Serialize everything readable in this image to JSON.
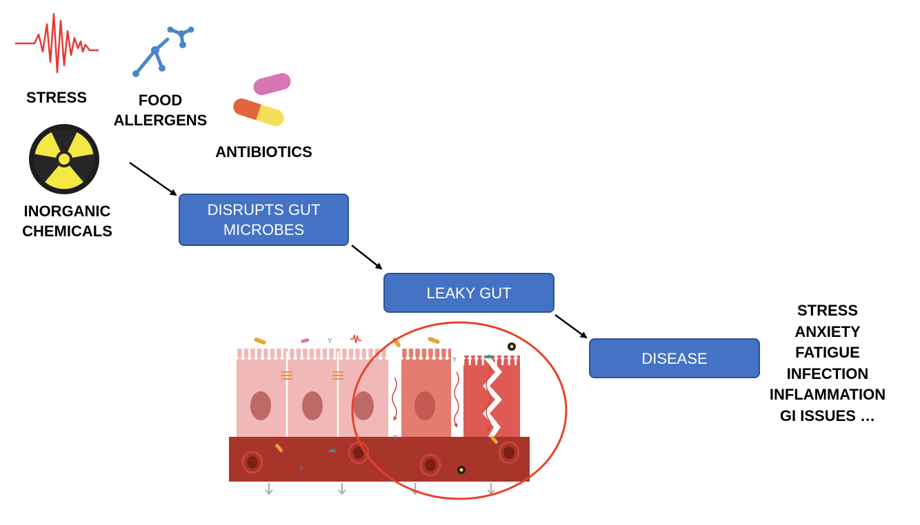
{
  "triggers": {
    "stress": "STRESS",
    "food_line1": "FOOD",
    "food_line2": "ALLERGENS",
    "antibiotics": "ANTIBIOTICS",
    "chem_line1": "INORGANIC",
    "chem_line2": "CHEMICALS"
  },
  "flow": {
    "box1_line1": "DISRUPTS GUT",
    "box1_line2": "MICROBES",
    "box2": "LEAKY GUT",
    "box3": "DISEASE"
  },
  "outcomes": [
    "STRESS",
    "ANXIETY",
    "FATIGUE",
    "INFECTION",
    "INFLAMMATION",
    "GI ISSUES …"
  ],
  "colors": {
    "box_fill": "#4472c4",
    "box_border": "#2f528f",
    "highlight_circle": "#e8402a",
    "stress_wave": "#e53935",
    "molecule": "#4a86c8",
    "radiation_yellow": "#f4e842",
    "blood_vessel": "#a8342a"
  },
  "icons": [
    "stress-wave-icon",
    "molecule-icon",
    "capsule-icon",
    "radiation-icon",
    "gut-lining-illustration"
  ]
}
